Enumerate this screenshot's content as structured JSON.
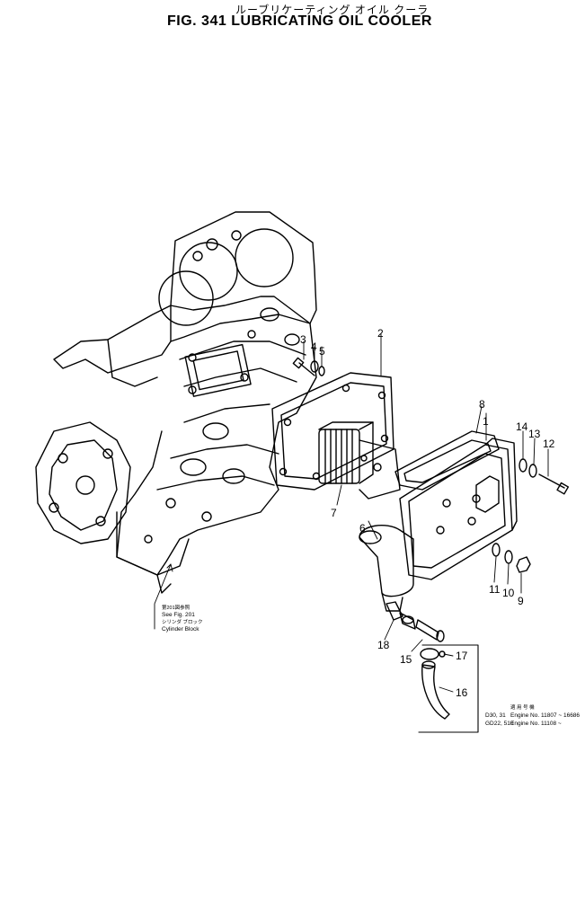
{
  "figure": {
    "title_jp": "ルーブリケーティング オイル クーラ",
    "title": "FIG. 341  LUBRICATING  OIL  COOLER"
  },
  "callouts": [
    {
      "id": "label-1",
      "text": "1"
    },
    {
      "id": "label-2",
      "text": "2"
    },
    {
      "id": "label-3",
      "text": "3"
    },
    {
      "id": "label-4",
      "text": "4"
    },
    {
      "id": "label-5",
      "text": "5"
    },
    {
      "id": "label-6",
      "text": "6"
    },
    {
      "id": "label-7",
      "text": "7"
    },
    {
      "id": "label-8",
      "text": "8"
    },
    {
      "id": "label-9",
      "text": "9"
    },
    {
      "id": "label-10",
      "text": "10"
    },
    {
      "id": "label-11",
      "text": "11"
    },
    {
      "id": "label-12",
      "text": "12"
    },
    {
      "id": "label-13",
      "text": "13"
    },
    {
      "id": "label-14",
      "text": "14"
    },
    {
      "id": "label-15",
      "text": "15"
    },
    {
      "id": "label-16",
      "text": "16"
    },
    {
      "id": "label-17",
      "text": "17"
    },
    {
      "id": "label-18",
      "text": "18"
    }
  ],
  "reference_note": {
    "jp_line": "第201図参照",
    "see_fig": "See Fig. 201",
    "jp_name": "シリンダ ブロック",
    "name": "Cylinder Block"
  },
  "applicability": {
    "header_jp": "適 用 号 機",
    "rows": [
      {
        "model": "D30, 31",
        "engine": "Engine No. 11807 ~ 16686"
      },
      {
        "model": "GD22, 510",
        "engine": "Engine No. 11108 ~"
      }
    ]
  }
}
